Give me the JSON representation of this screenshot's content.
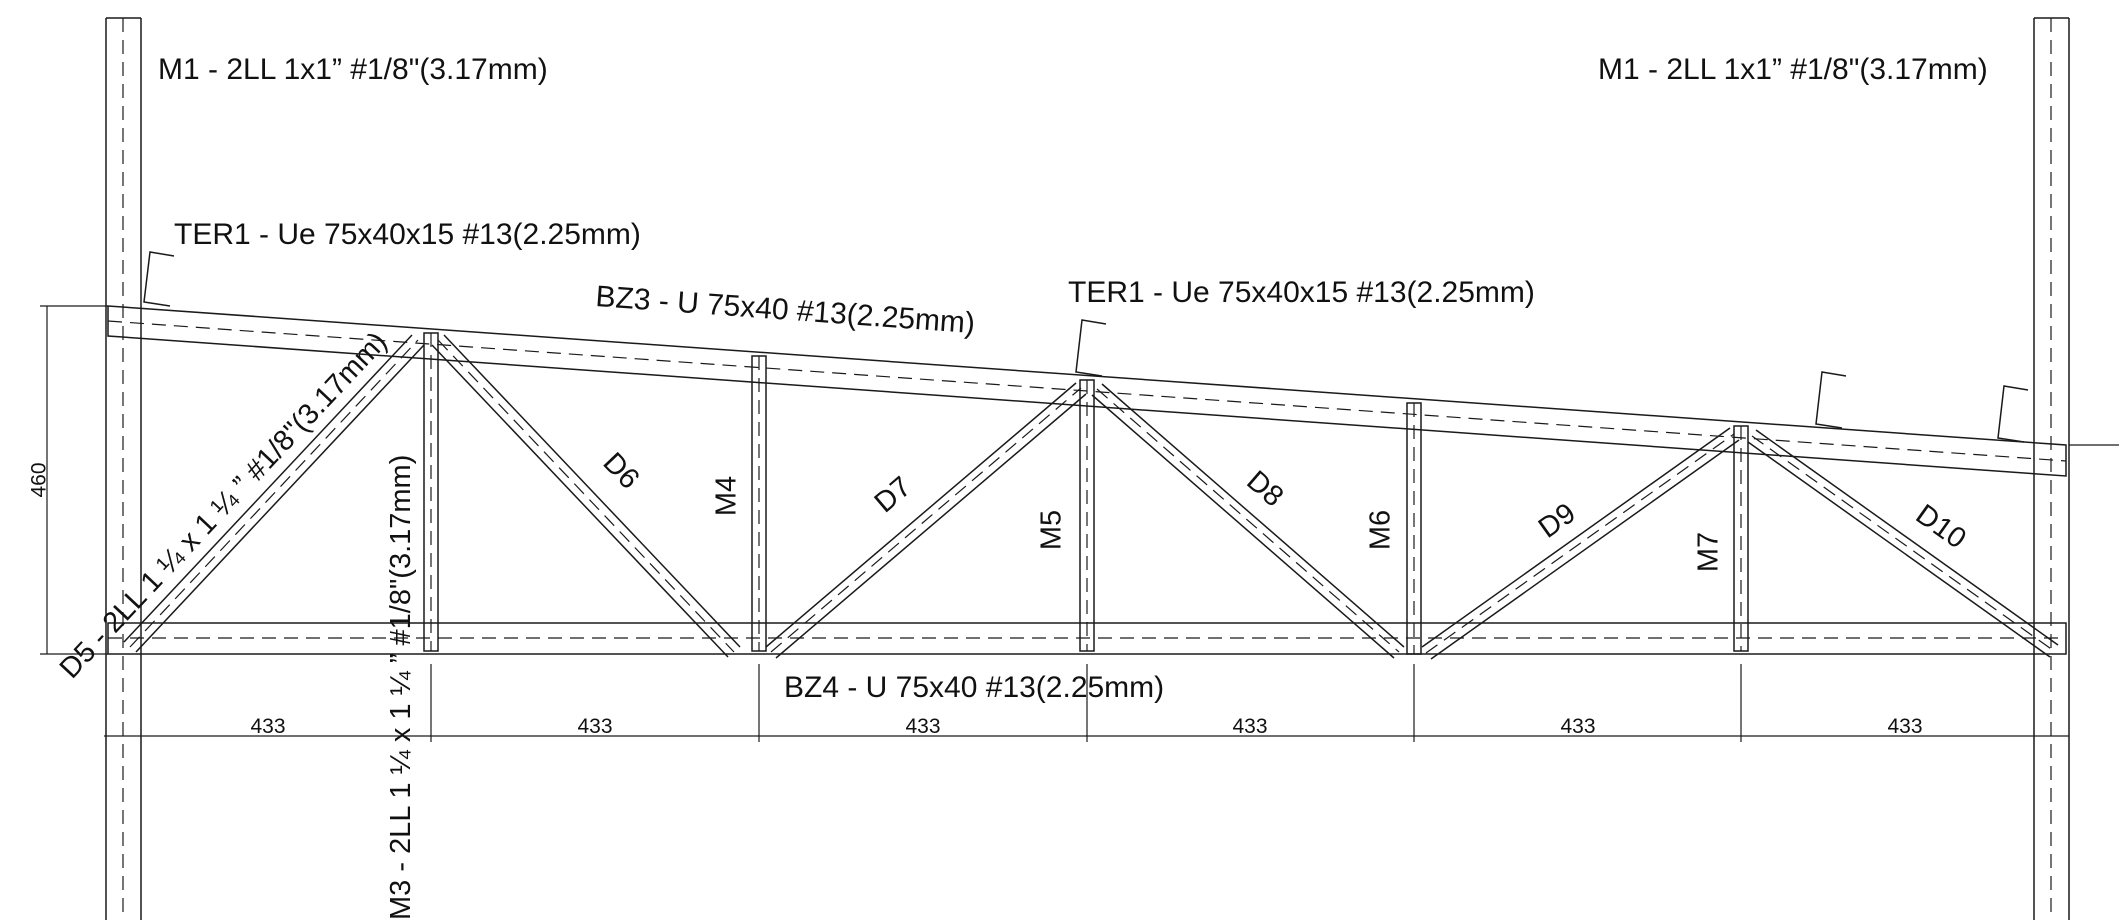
{
  "labels": {
    "m1_left": "M1 - 2LL 1x1” #1/8\"(3.17mm)",
    "m1_right": "M1 - 2LL 1x1” #1/8\"(3.17mm)",
    "ter1_left": "TER1 - Ue 75x40x15 #13(2.25mm)",
    "ter1_mid": "TER1 - Ue 75x40x15 #13(2.25mm)",
    "bz3": "BZ3 - U 75x40 #13(2.25mm)",
    "bz4": "BZ4 - U 75x40 #13(2.25mm)",
    "d5": "D5 - 2LL 1 ¼ x 1 ¼ ” #1/8\"(3.17mm)",
    "m3": "M3 - 2LL 1 ¼ x 1 ¼ ” #1/8\"(3.17mm)",
    "d6": "D6",
    "d7": "D7",
    "d8": "D8",
    "d9": "D9",
    "d10": "D10",
    "m4": "M4",
    "m5": "M5",
    "m6": "M6",
    "m7": "M7"
  },
  "dimensions": {
    "height": "460",
    "spans": [
      "433",
      "433",
      "433",
      "433",
      "433",
      "433"
    ]
  }
}
